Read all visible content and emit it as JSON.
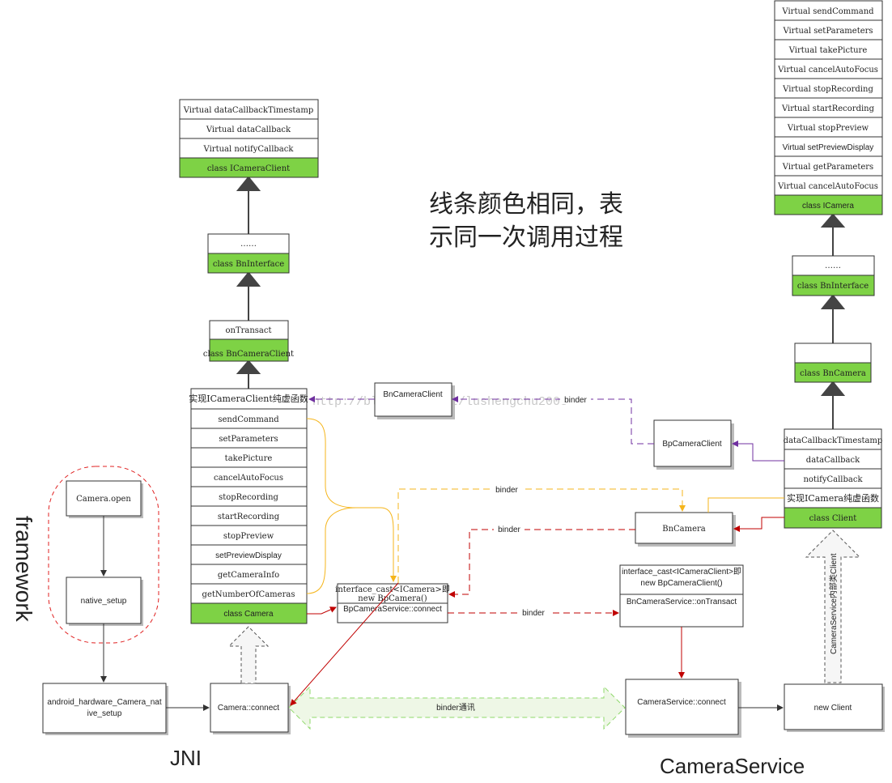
{
  "heading": {
    "line1": "线条颜色相同，表",
    "line2": "示同一次调用过程"
  },
  "labels": {
    "framework": "framework",
    "jni": "JNI",
    "camera_service": "CameraService"
  },
  "watermark": "http://blog.csdn.net/lushengchu2003",
  "colors": {
    "green_fill": "#7ed245",
    "yellow_line": "#f5b51b",
    "purple_line": "#7030a0",
    "red_line": "#c00000",
    "green_dash": "#8ed86a",
    "box_border": "#333333"
  },
  "icameraclient_class": {
    "items": [
      "Virtual dataCallbackTimestamp",
      "Virtual dataCallback",
      "Virtual notifyCallback"
    ],
    "class_label": "class ICameraClient"
  },
  "bninterface_left": {
    "items": [
      "……"
    ],
    "class_label": "class BnInterface"
  },
  "bncameraclient_class": {
    "items": [
      "onTransact"
    ],
    "class_label": "class BnCameraClient"
  },
  "camera_class": {
    "items": [
      "实现ICameraClient纯虚函数",
      "sendCommand",
      "setParameters",
      "takePicture",
      "cancelAutoFocus",
      "stopRecording",
      "startRecording",
      "stopPreview",
      "setPreviewDisplay",
      "getCameraInfo",
      "getNumberOfCameras"
    ],
    "class_label": "class Camera"
  },
  "icamera_class": {
    "items": [
      "Virtual sendCommand",
      "Virtual setParameters",
      "Virtual takePicture",
      "Virtual cancelAutoFocus",
      "Virtual stopRecording",
      "Virtual startRecording",
      "Virtual stopPreview",
      "Virtual setPreviewDisplay",
      "Virtual getParameters",
      "Virtual cancelAutoFocus"
    ],
    "class_label": "class ICamera"
  },
  "bninterface_right": {
    "items": [
      "……"
    ],
    "class_label": "class BnInterface"
  },
  "bncamera_class": {
    "items": [
      ""
    ],
    "class_label": "class BnCamera"
  },
  "client_class": {
    "items": [
      "dataCallbackTimestamp",
      "dataCallback",
      "notifyCallback",
      "实现ICamera纯虚函数"
    ],
    "class_label": "class Client"
  },
  "nodes": {
    "bncameraclient_box": "BnCameraClient",
    "bpcameraclient_box": "BpCameraClient",
    "bncamera_box": "BnCamera",
    "camera_open": "Camera.open",
    "native_setup": "native_setup",
    "android_native_setup_1": "android_hardware_Camera_nat",
    "android_native_setup_2": "ive_setup",
    "camera_connect": "Camera::connect",
    "cameraservice_connect": "CameraService::connect",
    "new_client": "new Client",
    "bpcameraservice_top1": "interface_cast<ICamera>即",
    "bpcameraservice_top2": "new BpCamera()",
    "bpcameraservice_bottom": "BpCameraService::connect",
    "bncameraservice_top1": "interface_cast<ICameraClient>即",
    "bncameraservice_top2": "new BpCameraClient()",
    "bncameraservice_bottom": "BnCameraService::onTransact"
  },
  "edge_labels": {
    "binder_purple": "binder",
    "binder_yellow": "binder",
    "binder_red_top": "binder",
    "binder_red_mid": "binder",
    "binder_comm": "binder通讯",
    "cameraservice_inner": "CameraService内部类Client"
  }
}
